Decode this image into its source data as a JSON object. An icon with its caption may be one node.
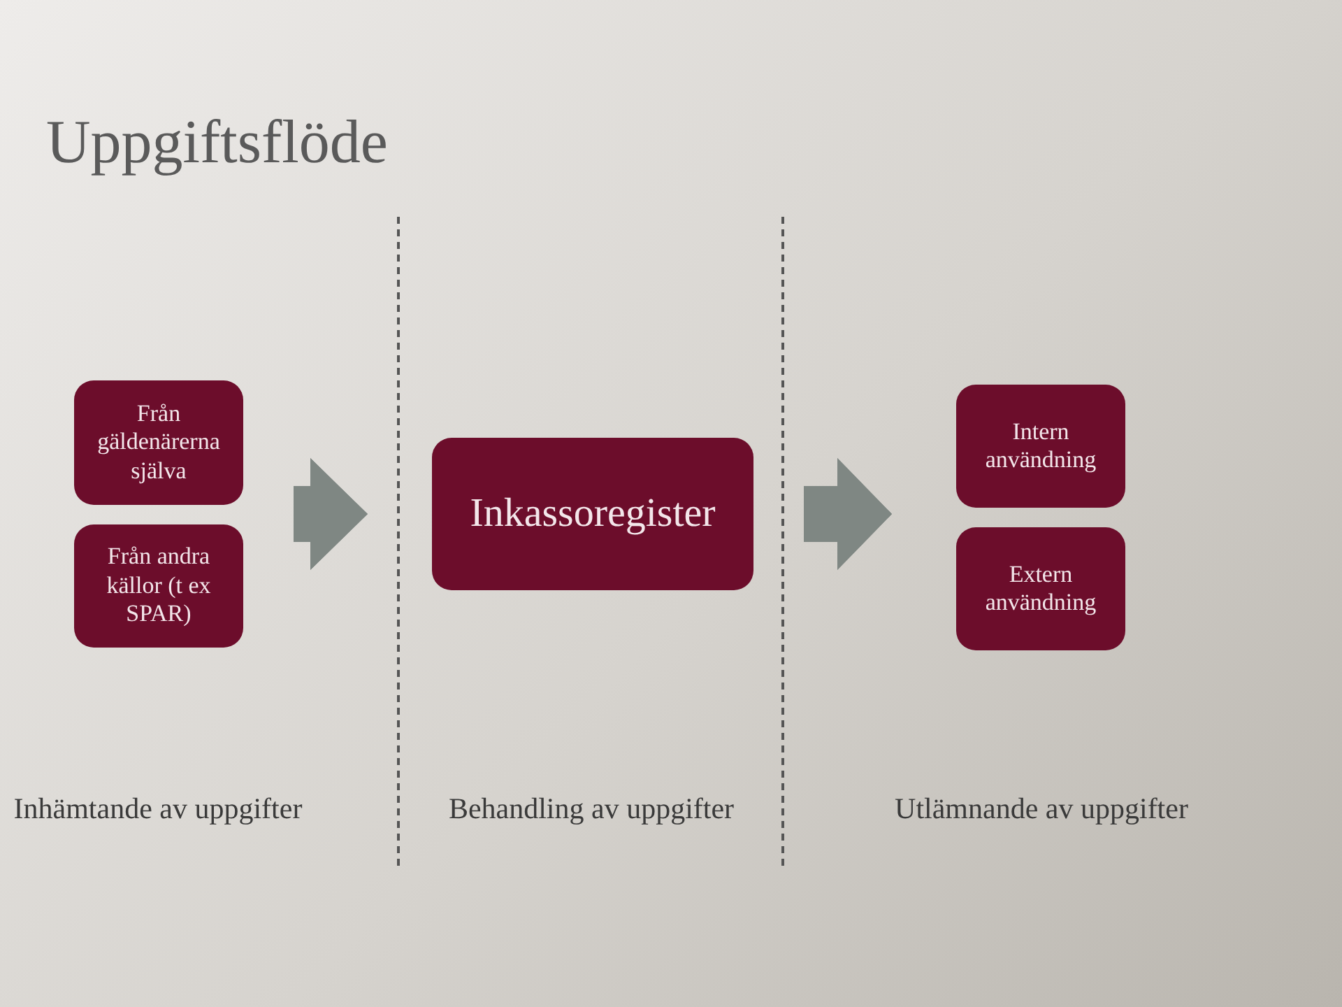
{
  "diagram": {
    "title": "Uppgiftsflöde",
    "nodes": [
      {
        "text": [
          "Från gäldenärerna själva"
        ]
      },
      {
        "text": [
          "Från andra källor (t ex SPAR)"
        ]
      },
      {
        "text": [
          "Inkassoregister"
        ]
      },
      {
        "text": [
          "Intern användning"
        ]
      },
      {
        "text": [
          "Extern användning"
        ]
      }
    ],
    "edges": [
      {
        "from": 0,
        "to": 2,
        "arrow": "to"
      },
      {
        "from": 1,
        "to": 2,
        "arrow": "to"
      },
      {
        "from": 2,
        "to": 3,
        "arrow": "to"
      },
      {
        "from": 2,
        "to": 4,
        "arrow": "to"
      }
    ],
    "labels": [
      "Inhämtande av uppgifter",
      "Behandling av uppgifter",
      "Utlämnande av uppgifter"
    ]
  }
}
